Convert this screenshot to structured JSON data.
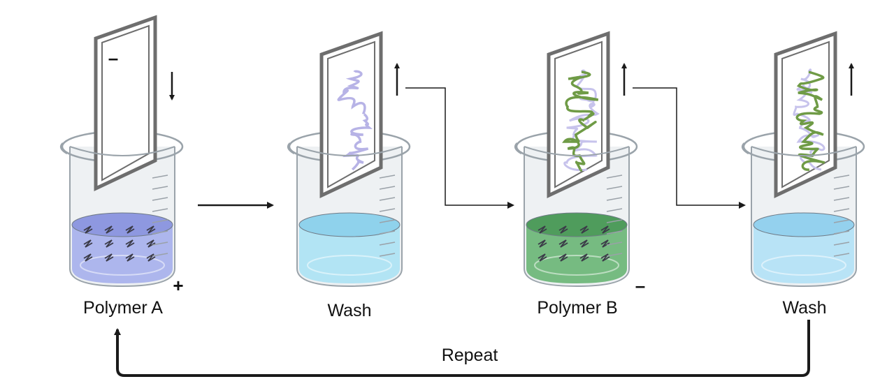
{
  "steps": [
    {
      "label": "Polymer A",
      "liquid": "#a9b2ec",
      "liquid_dark": "#8e98e0",
      "coil": null,
      "sign": "+"
    },
    {
      "label": "Wash",
      "liquid": "#aee3f3",
      "liquid_dark": "#8fd2ec",
      "coil": "#b7b3e6",
      "sign": ""
    },
    {
      "label": "Polymer B",
      "liquid": "#6fb77a",
      "liquid_dark": "#4f9c5c",
      "coil": "#6f9b46",
      "sign": "–"
    },
    {
      "label": "Wash",
      "liquid": "#b4e1f5",
      "liquid_dark": "#94d1ee",
      "coil": "#6f9b46",
      "sign": ""
    }
  ],
  "slide_sign": "–",
  "repeat_label": "Repeat",
  "colors": {
    "glass": "#eef1f3",
    "glass_edge": "#9aa3aa",
    "slide_frame": "#6e6e6e",
    "arrow": "#1a1a1a"
  }
}
